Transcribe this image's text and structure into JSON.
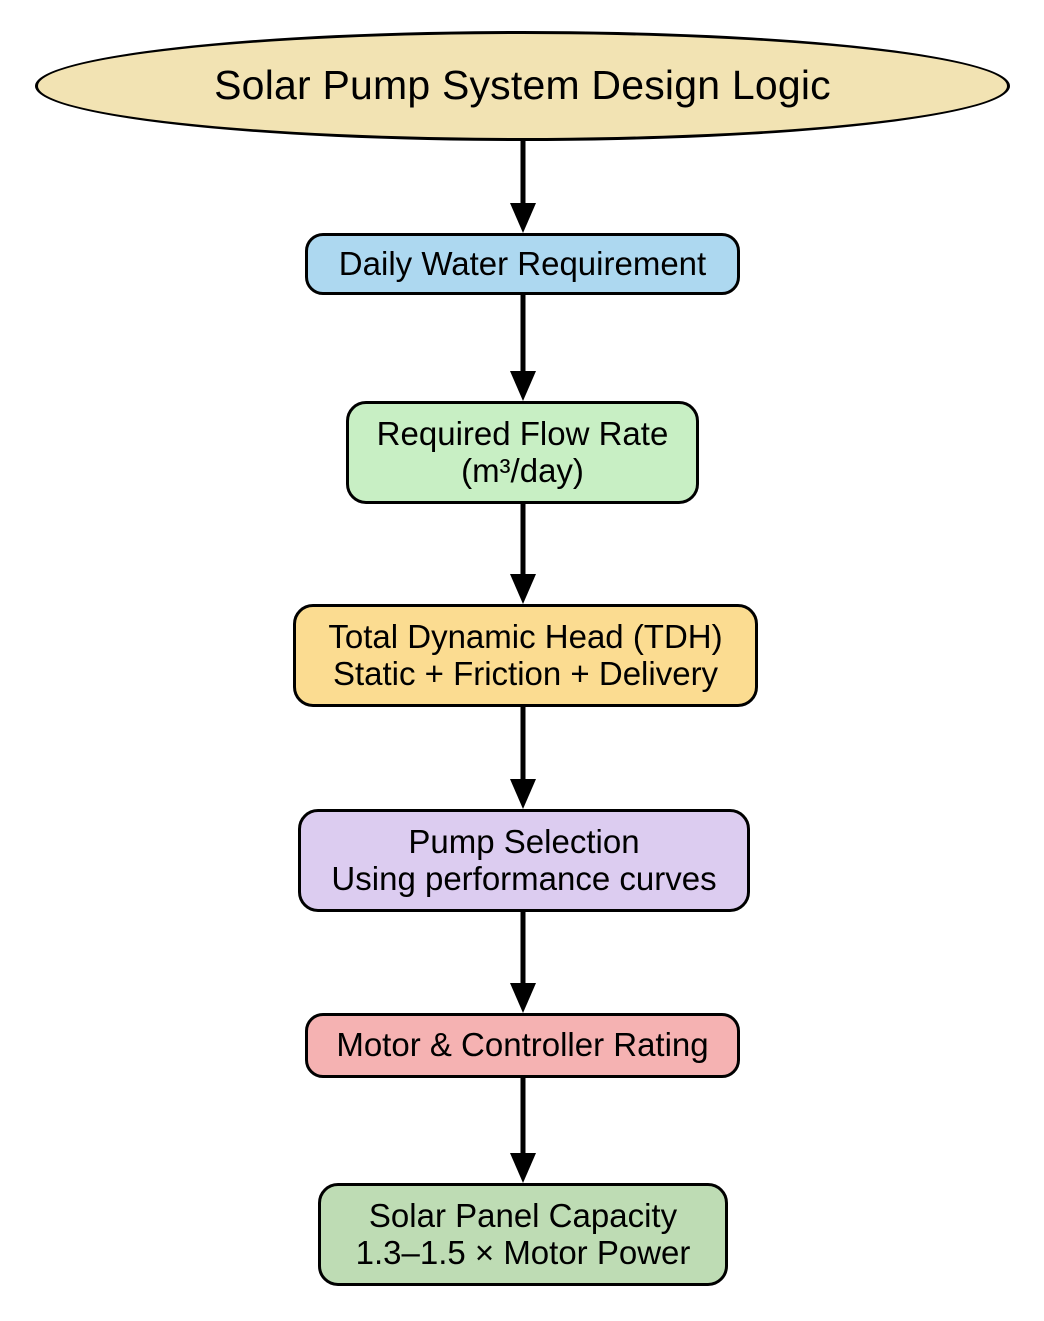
{
  "diagram": {
    "title": "Solar Pump System Design Logic",
    "background": "#ffffff",
    "stroke_color": "#000000",
    "nodes": [
      {
        "id": "title",
        "shape": "ellipse",
        "label": "Solar Pump System Design Logic",
        "lines": [
          "Solar Pump System Design Logic"
        ],
        "fill": "#F2E3B3"
      },
      {
        "id": "daily-water-requirement",
        "shape": "rounded-rect",
        "label": "Daily Water Requirement",
        "lines": [
          "Daily Water Requirement"
        ],
        "fill": "#ADD8F0"
      },
      {
        "id": "required-flow-rate",
        "shape": "rounded-rect",
        "label": "Required Flow Rate (m³/day)",
        "lines": [
          "Required Flow Rate",
          "(m³/day)"
        ],
        "fill": "#C8EFC4"
      },
      {
        "id": "total-dynamic-head",
        "shape": "rounded-rect",
        "label": "Total Dynamic Head (TDH) Static + Friction + Delivery",
        "lines": [
          "Total Dynamic Head (TDH)",
          "Static + Friction + Delivery"
        ],
        "fill": "#FBDC91"
      },
      {
        "id": "pump-selection",
        "shape": "rounded-rect",
        "label": "Pump Selection Using performance curves",
        "lines": [
          "Pump Selection",
          "Using performance curves"
        ],
        "fill": "#DCCCF0"
      },
      {
        "id": "motor-controller-rating",
        "shape": "rounded-rect",
        "label": "Motor & Controller Rating",
        "lines": [
          "Motor & Controller Rating"
        ],
        "fill": "#F5B2B2"
      },
      {
        "id": "solar-panel-capacity",
        "shape": "rounded-rect",
        "label": "Solar Panel Capacity 1.3–1.5 × Motor Power",
        "lines": [
          "Solar Panel Capacity",
          "1.3–1.5 × Motor Power"
        ],
        "fill": "#BEDCB4"
      }
    ],
    "edges": [
      {
        "from": "title",
        "to": "daily-water-requirement",
        "arrow": "down"
      },
      {
        "from": "daily-water-requirement",
        "to": "required-flow-rate",
        "arrow": "down"
      },
      {
        "from": "required-flow-rate",
        "to": "total-dynamic-head",
        "arrow": "down"
      },
      {
        "from": "total-dynamic-head",
        "to": "pump-selection",
        "arrow": "down"
      },
      {
        "from": "pump-selection",
        "to": "motor-controller-rating",
        "arrow": "down"
      },
      {
        "from": "motor-controller-rating",
        "to": "solar-panel-capacity",
        "arrow": "down"
      }
    ]
  }
}
